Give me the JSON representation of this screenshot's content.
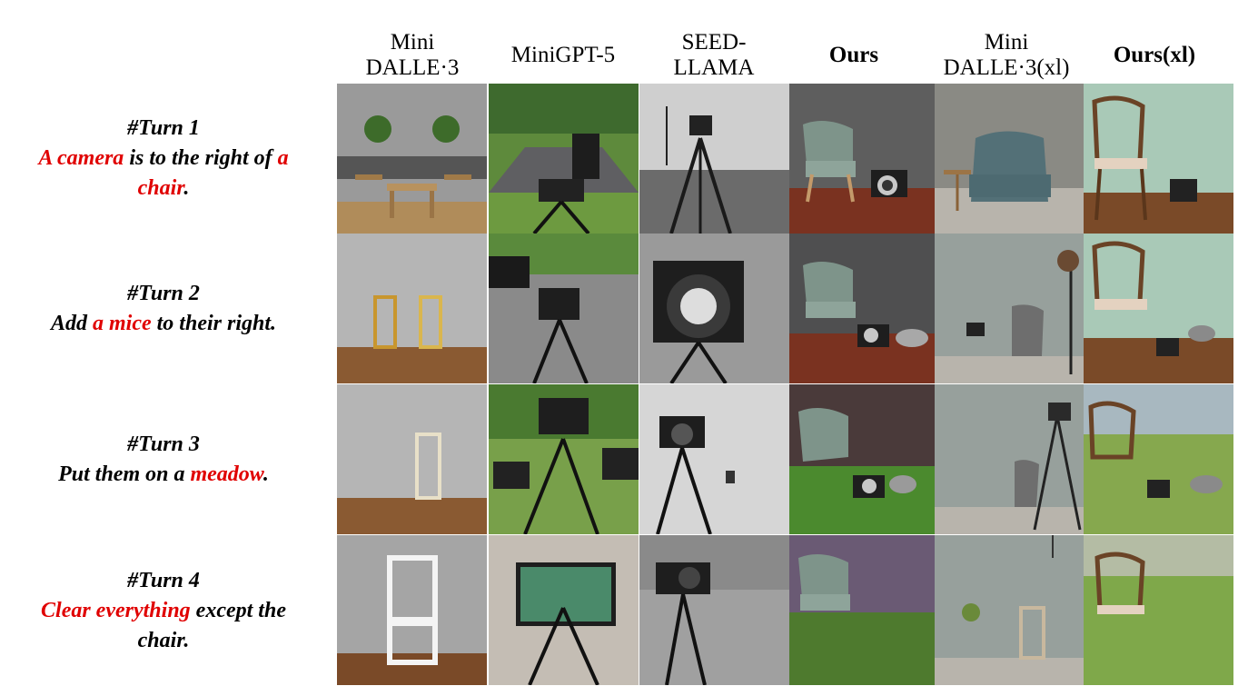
{
  "columns": [
    {
      "line1": "Mini",
      "line2": "DALLE·3",
      "bold": false
    },
    {
      "line1": "MiniGPT-5",
      "line2": "",
      "bold": false
    },
    {
      "line1": "SEED-",
      "line2": "LLAMA",
      "bold": false
    },
    {
      "line1": "Ours",
      "line2": "",
      "bold": true
    },
    {
      "line1": "Mini",
      "line2": "DALLE·3(xl)",
      "bold": false
    },
    {
      "line1": "Ours(xl)",
      "line2": "",
      "bold": true
    }
  ],
  "turns": [
    {
      "label": "#Turn 1",
      "line1": [
        {
          "t": "A camera",
          "red": true
        },
        {
          "t": " is to the right of ",
          "red": false
        },
        {
          "t": "a",
          "red": true
        }
      ],
      "line2": [
        {
          "t": "chair",
          "red": true
        },
        {
          "t": ".",
          "red": false
        }
      ]
    },
    {
      "label": "#Turn 2",
      "line1": [
        {
          "t": "Add ",
          "red": false
        },
        {
          "t": "a mice",
          "red": true
        },
        {
          "t": " to their right.",
          "red": false
        }
      ],
      "line2": []
    },
    {
      "label": "#Turn 3",
      "line1": [
        {
          "t": "Put them on a ",
          "red": false
        },
        {
          "t": "meadow",
          "red": true
        },
        {
          "t": ".",
          "red": false
        }
      ],
      "line2": []
    },
    {
      "label": "#Turn 4",
      "line1": [
        {
          "t": "Clear everything",
          "red": true
        },
        {
          "t": " except the",
          "red": false
        }
      ],
      "line2": [
        {
          "t": "chair.",
          "red": false
        }
      ]
    }
  ],
  "palette": {
    "red_text": "#e00000",
    "wood_floor": "#8a5a32",
    "gray_wall": "#a8a8a8",
    "meadow": "#7fa84a",
    "teal_wall": "#a9c9b7"
  }
}
